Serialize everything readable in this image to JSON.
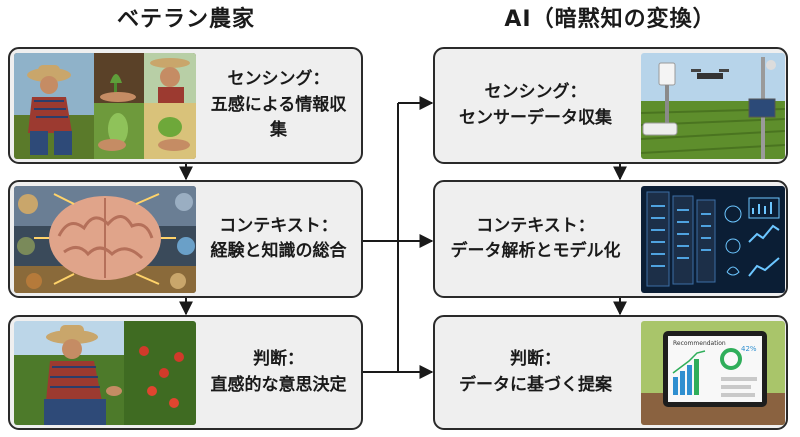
{
  "titles": {
    "left": "ベテラン農家",
    "right": "AI（暗黙知の変換）"
  },
  "left": [
    {
      "lines": [
        "センシング：",
        "五感による情報収",
        "集"
      ]
    },
    {
      "lines": [
        "コンテキスト：",
        "経験と知識の総合"
      ]
    },
    {
      "lines": [
        "判断：",
        "直感的な意思決定"
      ]
    }
  ],
  "right": [
    {
      "lines": [
        "センシング：",
        "センサーデータ収集"
      ]
    },
    {
      "lines": [
        "コンテキスト：",
        "データ解析とモデル化"
      ]
    },
    {
      "lines": [
        "判断：",
        "データに基づく提案"
      ]
    }
  ],
  "tablet_screen": {
    "heading": "Recommendation",
    "percent": "42%"
  },
  "colors": {
    "border": "#2a2a2a",
    "box_bg": "#efefef",
    "arrow": "#1a1a1a"
  }
}
